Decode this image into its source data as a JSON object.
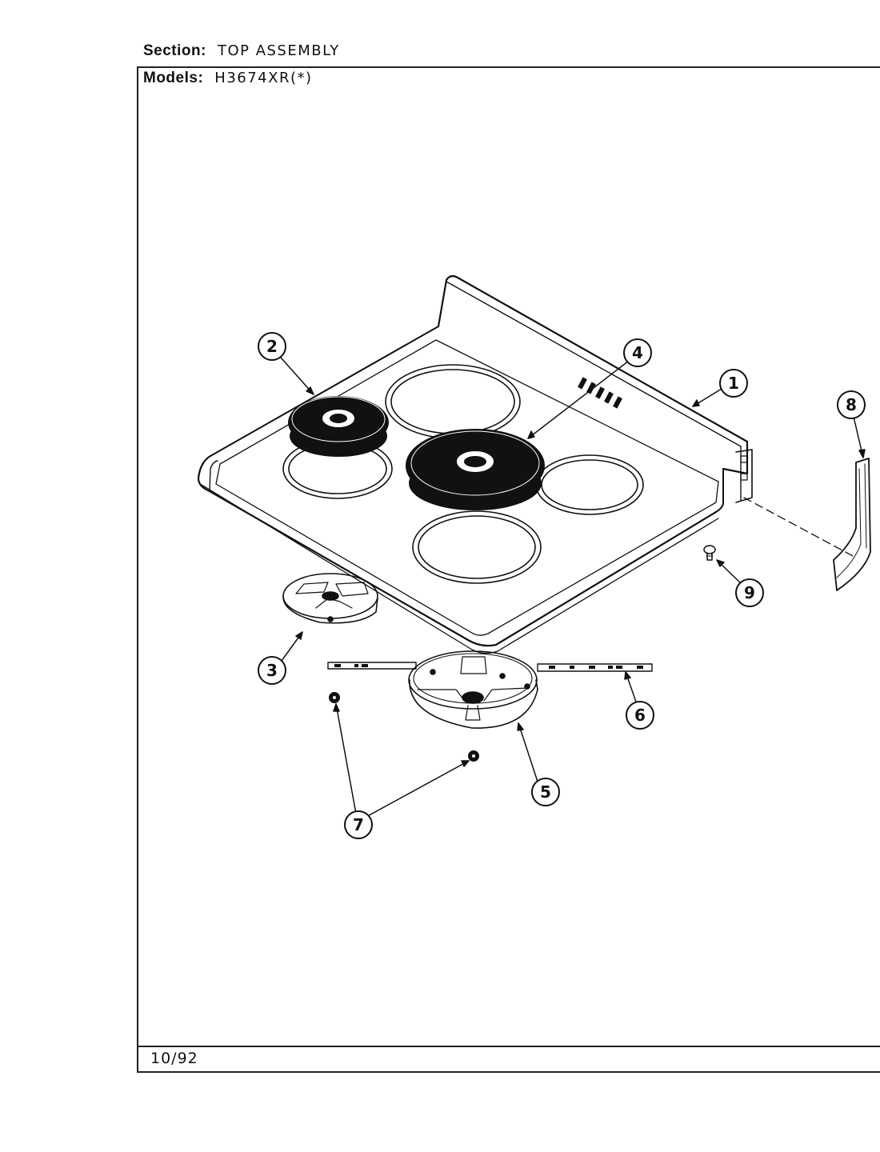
{
  "header": {
    "section_label": "Section:",
    "section_value": "TOP ASSEMBLY",
    "models_label": "Models:",
    "models_value": "H3674XR(*)"
  },
  "footer": {
    "date": "10/92"
  },
  "callouts": [
    "1",
    "2",
    "3",
    "4",
    "5",
    "6",
    "7",
    "8",
    "9"
  ],
  "colors": {
    "ink": "#111111",
    "paper": "#ffffff"
  }
}
